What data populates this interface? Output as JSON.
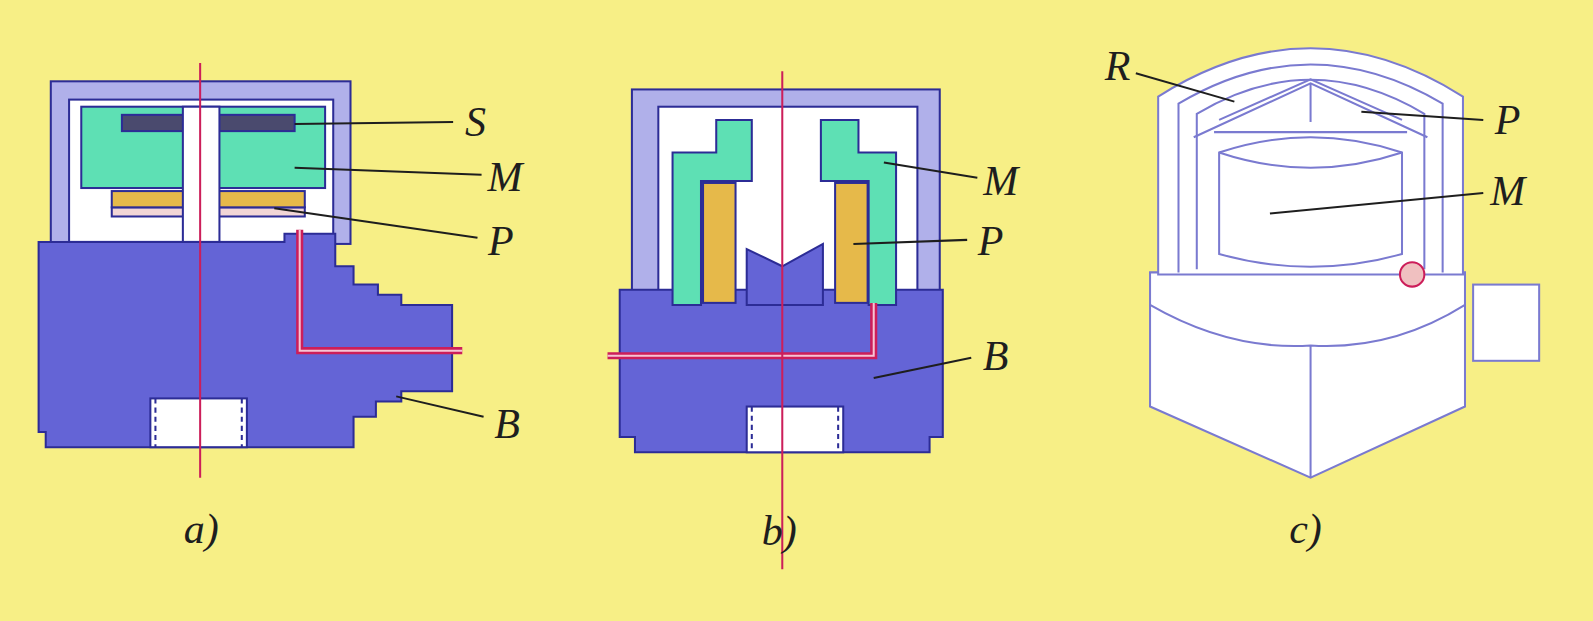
{
  "diagram": {
    "labels": [
      "S",
      "M",
      "P",
      "B",
      "a)",
      "M",
      "P",
      "B",
      "b)",
      "R",
      "P",
      "M",
      "c)"
    ]
  }
}
